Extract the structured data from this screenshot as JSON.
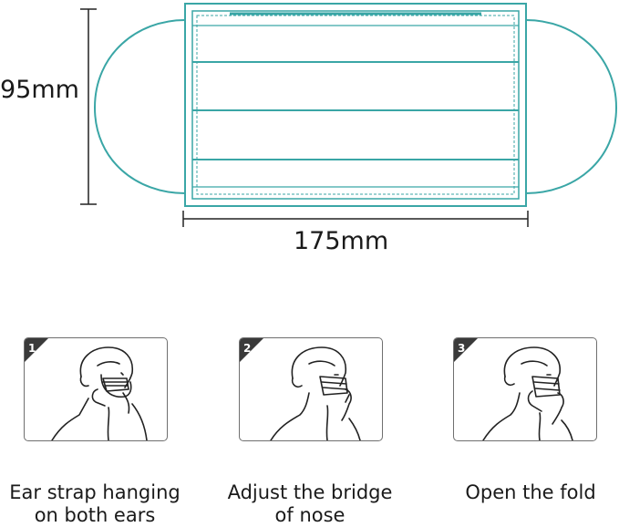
{
  "dimensions": {
    "height_label": "95mm",
    "width_label": "175mm"
  },
  "colors": {
    "mask_outline": "#3aa6a6",
    "line": "#222222",
    "badge": "#3a3a3a"
  },
  "steps": [
    {
      "number": "1",
      "caption_line1": "Ear strap hanging",
      "caption_line2": "on both ears"
    },
    {
      "number": "2",
      "caption_line1": "Adjust the bridge",
      "caption_line2": "of nose"
    },
    {
      "number": "3",
      "caption_line1": "Open the fold",
      "caption_line2": ""
    }
  ]
}
